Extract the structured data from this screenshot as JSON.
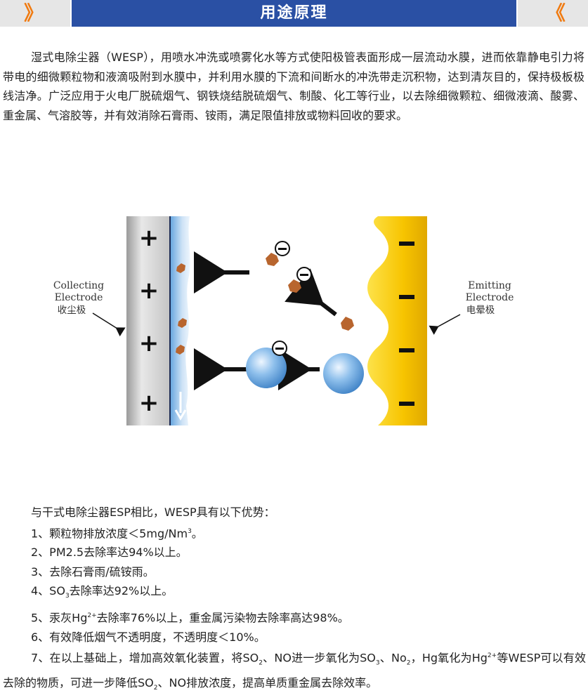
{
  "header": {
    "title": "用途原理",
    "left_deco": "》",
    "right_deco": "《"
  },
  "intro": {
    "text": "湿式电除尘器（WESP），用喷水冲洗或喷雾化水等方式使阳极管表面形成一层流动水膜，进而依靠静电引力将带电的细微颗粒物和液滴吸附到水膜中，并利用水膜的下流和间断水的冲洗带走沉积物，达到清灰目的，保持极板极线洁净。广泛应用于火电厂脱硫烟气、钢铁烧结脱硫烟气、制酸、化工等行业，以去除细微颗粒、细微液滴、酸雾、重金属、气溶胶等，并有效消除石膏雨、铵雨，满足限值排放或物料回收的要求。"
  },
  "diagram": {
    "collecting_label_en_1": "Collecting",
    "collecting_label_en_2": "Electrode",
    "collecting_label_cn": "收尘极",
    "emitting_label_en_1": "Emitting",
    "emitting_label_en_2": "Electrode",
    "emitting_label_cn": "电晕极",
    "plus_sign": "+",
    "minus_sign": "−",
    "colors": {
      "plate_gray": "#c8c8c8",
      "water_blue": "#a8cdee",
      "emitter_yellow": "#f7c400",
      "particle_brown": "#b8652e",
      "droplet_blue": "#5e9fd8"
    }
  },
  "advantages": {
    "intro_line": "与干式电除尘器ESP相比，WESP具有以下优势：",
    "item1_a": "1、颗粒物排放浓度＜5mg/Nm",
    "item1_sup": "3",
    "item1_b": "。",
    "item2": "2、PM2.5去除率达94%以上。",
    "item3": "3、去除石膏雨/硫铵雨。",
    "item4_a": "4、SO",
    "item4_sub": "3",
    "item4_b": "去除率达92%以上。",
    "item5_a": "5、汞灰Hg",
    "item5_sup": "2+",
    "item5_b": "去除率76%以上，重金属污染物去除率高达98%。",
    "item6": "6、有效降低烟气不透明度，不透明度＜10%。",
    "item7_a": "7、在以上基础上，增加高效氧化装置，将SO",
    "item7_s1": "2",
    "item7_b": "、NO进一步氧化为SO",
    "item7_s2": "3",
    "item7_c": "、No",
    "item7_s3": "2",
    "item7_d": "，Hg氧化为Hg",
    "item7_s4": "2+",
    "item7_e": "等WESP可以有效去除的物质，可进一步降低SO",
    "item7_s5": "2",
    "item7_f": "、NO排放浓度，提高单质重金属去除效率。"
  }
}
